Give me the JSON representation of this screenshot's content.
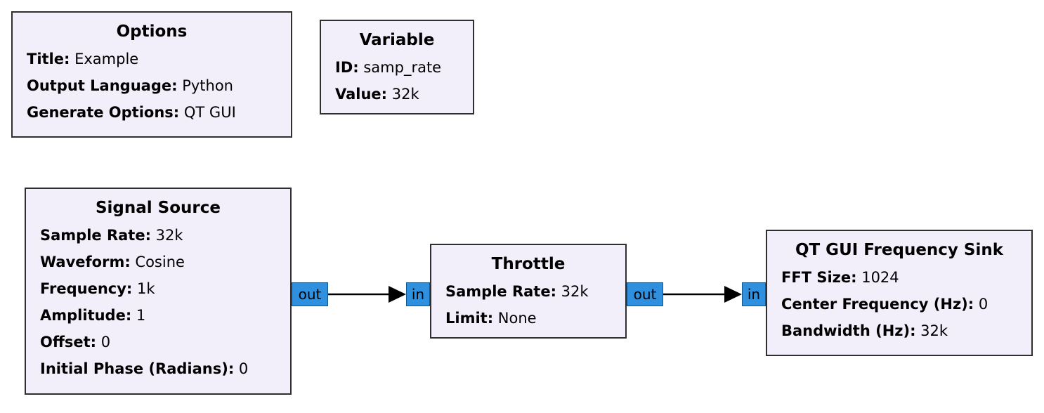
{
  "colors": {
    "canvas_bg": "#ffffff",
    "block_fill": "#f2effb",
    "block_border": "#2f2f2f",
    "port_fill": "#2f90e0",
    "port_border": "#14568c",
    "wire": "#000000"
  },
  "blocks": {
    "options": {
      "title": "Options",
      "params": [
        {
          "label": "Title:",
          "value": "Example"
        },
        {
          "label": "Output Language:",
          "value": "Python"
        },
        {
          "label": "Generate Options:",
          "value": "QT GUI"
        }
      ]
    },
    "variable": {
      "title": "Variable",
      "params": [
        {
          "label": "ID:",
          "value": "samp_rate"
        },
        {
          "label": "Value:",
          "value": "32k"
        }
      ]
    },
    "signal_source": {
      "title": "Signal Source",
      "params": [
        {
          "label": "Sample Rate:",
          "value": "32k"
        },
        {
          "label": "Waveform:",
          "value": "Cosine"
        },
        {
          "label": "Frequency:",
          "value": "1k"
        },
        {
          "label": "Amplitude:",
          "value": "1"
        },
        {
          "label": "Offset:",
          "value": "0"
        },
        {
          "label": "Initial Phase (Radians):",
          "value": "0"
        }
      ],
      "ports": {
        "out": "out"
      }
    },
    "throttle": {
      "title": "Throttle",
      "params": [
        {
          "label": "Sample Rate:",
          "value": "32k"
        },
        {
          "label": "Limit:",
          "value": "None"
        }
      ],
      "ports": {
        "in": "in",
        "out": "out"
      }
    },
    "freq_sink": {
      "title": "QT GUI Frequency Sink",
      "params": [
        {
          "label": "FFT Size:",
          "value": "1024"
        },
        {
          "label": "Center Frequency (Hz):",
          "value": "0"
        },
        {
          "label": "Bandwidth (Hz):",
          "value": "32k"
        }
      ],
      "ports": {
        "in": "in"
      }
    }
  }
}
